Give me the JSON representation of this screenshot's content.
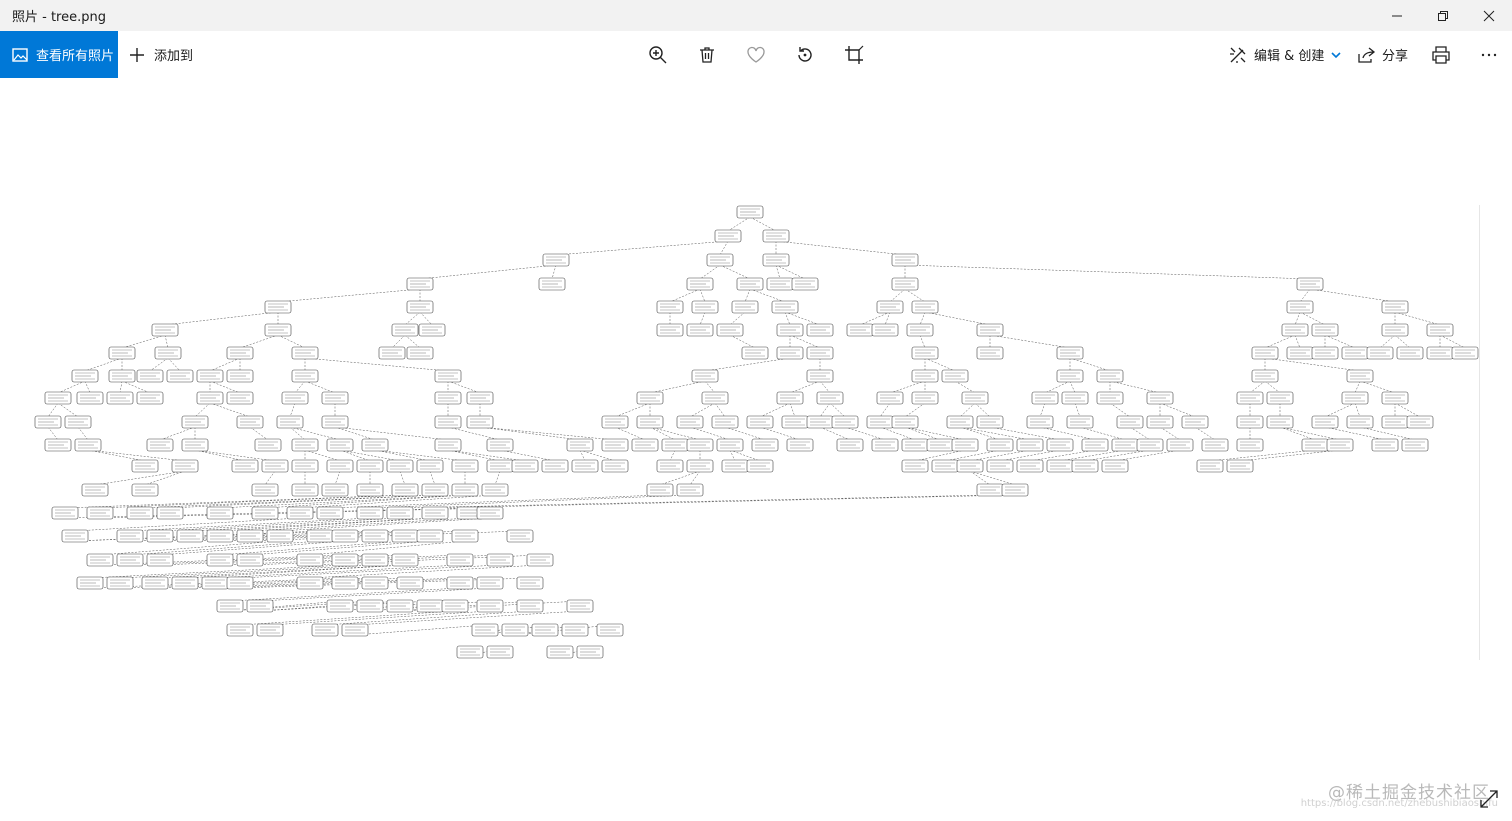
{
  "window": {
    "title": "照片 - tree.png"
  },
  "toolbar": {
    "see_all_label": "查看所有照片",
    "add_to_label": "添加到",
    "edit_create_label": "编辑 & 创建",
    "share_label": "分享"
  },
  "icons": {
    "photos": "photos-icon",
    "plus": "plus-icon",
    "zoom": "zoom-in-icon",
    "delete": "trash-icon",
    "favorite": "heart-icon",
    "rotate": "rotate-icon",
    "crop": "crop-icon",
    "edit": "edit-create-icon",
    "share": "share-icon",
    "print": "print-icon",
    "more": "more-icon",
    "expand": "expand-icon"
  },
  "colors": {
    "accent": "#0078d7",
    "titlebar": "#f2f2f2"
  },
  "watermark": {
    "text": "@稀土掘金技术社区",
    "url": "https://blog.csdn.net/zhebushibiaoshifu"
  }
}
